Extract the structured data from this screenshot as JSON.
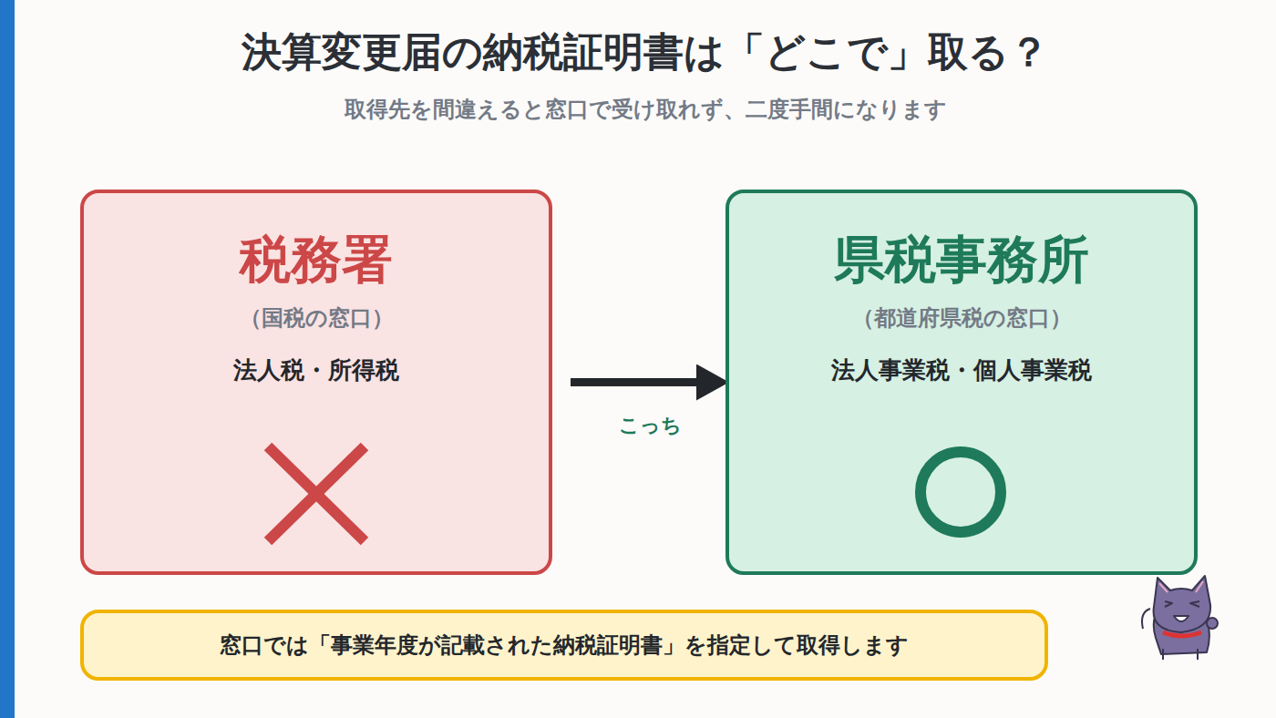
{
  "diagram": {
    "title": "決算変更届の納税証明書は「どこで」取る？",
    "nodes": [
      {
        "text": [
          "税務署",
          "（国税の窓口）",
          "法人税・所得税"
        ]
      },
      {
        "text": [
          "県税事務所",
          "（都道府県税の窓口）",
          "法人事業税・個人事業税"
        ]
      },
      {
        "text": [
          "窓口では「事業年度が記載された納税証明書」を指定して取得します"
        ]
      }
    ],
    "edges": [
      {
        "from": 0,
        "to": 1,
        "arrow": "to",
        "label": "こっち"
      }
    ],
    "labels": [
      "取得先を間違えると窓口で受け取れず、二度手間になります"
    ]
  }
}
